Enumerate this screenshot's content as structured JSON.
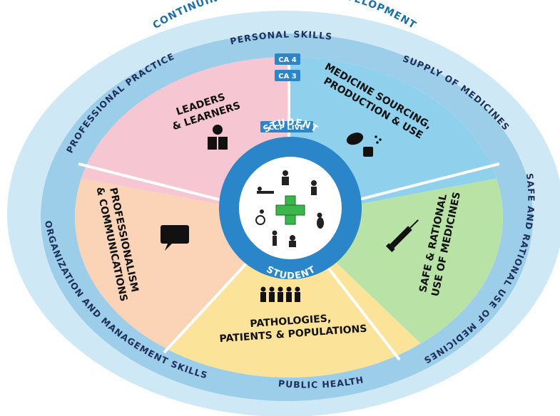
{
  "outer_ring": {
    "title": "CONTINUING PROFESSIONAL DEVELOPMENT"
  },
  "middle_ring": {
    "items": [
      "PERSONAL SKILLS",
      "SUPPLY OF MEDICINES",
      "SAFE AND RATIONAL USE OF MEDICINES",
      "PUBLIC HEALTH",
      "ORGANIZATION AND MANAGEMENT SKILLS",
      "PROFESSIONAL PRACTICE"
    ]
  },
  "segments": [
    {
      "lines": [
        "LEADERS",
        "& LEARNERS"
      ],
      "icon": "reader-icon",
      "color": "#f7c6d3"
    },
    {
      "lines": [
        "MEDICINE SOURCING,",
        "PRODUCTION & USE"
      ],
      "icon": "pills-icon",
      "color": "#8fd0ec"
    },
    {
      "lines": [
        "SAFE & RATIONAL",
        "USE OF MEDICINES"
      ],
      "icon": "syringe-icon",
      "color": "#b9e3a6"
    },
    {
      "lines": [
        "PATHOLOGIES,",
        "PATIENTS & POPULATIONS"
      ],
      "icon": "people-icon",
      "color": "#fbe39a"
    },
    {
      "lines": [
        "PROFESSIONALISM",
        "& COMMUNICATIONS"
      ],
      "icon": "speech-bubble-icon",
      "color": "#fbd3b6"
    }
  ],
  "badges": [
    "CA 4",
    "CA 3",
    "CCP LIVE"
  ],
  "hub": {
    "top_label": "STUDENT",
    "bottom_label": "STUDENT",
    "icon": "medical-cross-icon"
  },
  "colors": {
    "outer_ring": "#bfe2f2",
    "middle_ring": "#8fc6e6",
    "hub_ring": "#2a86c8",
    "cross": "#3cb54a",
    "text_dark": "#1d2f5a"
  }
}
